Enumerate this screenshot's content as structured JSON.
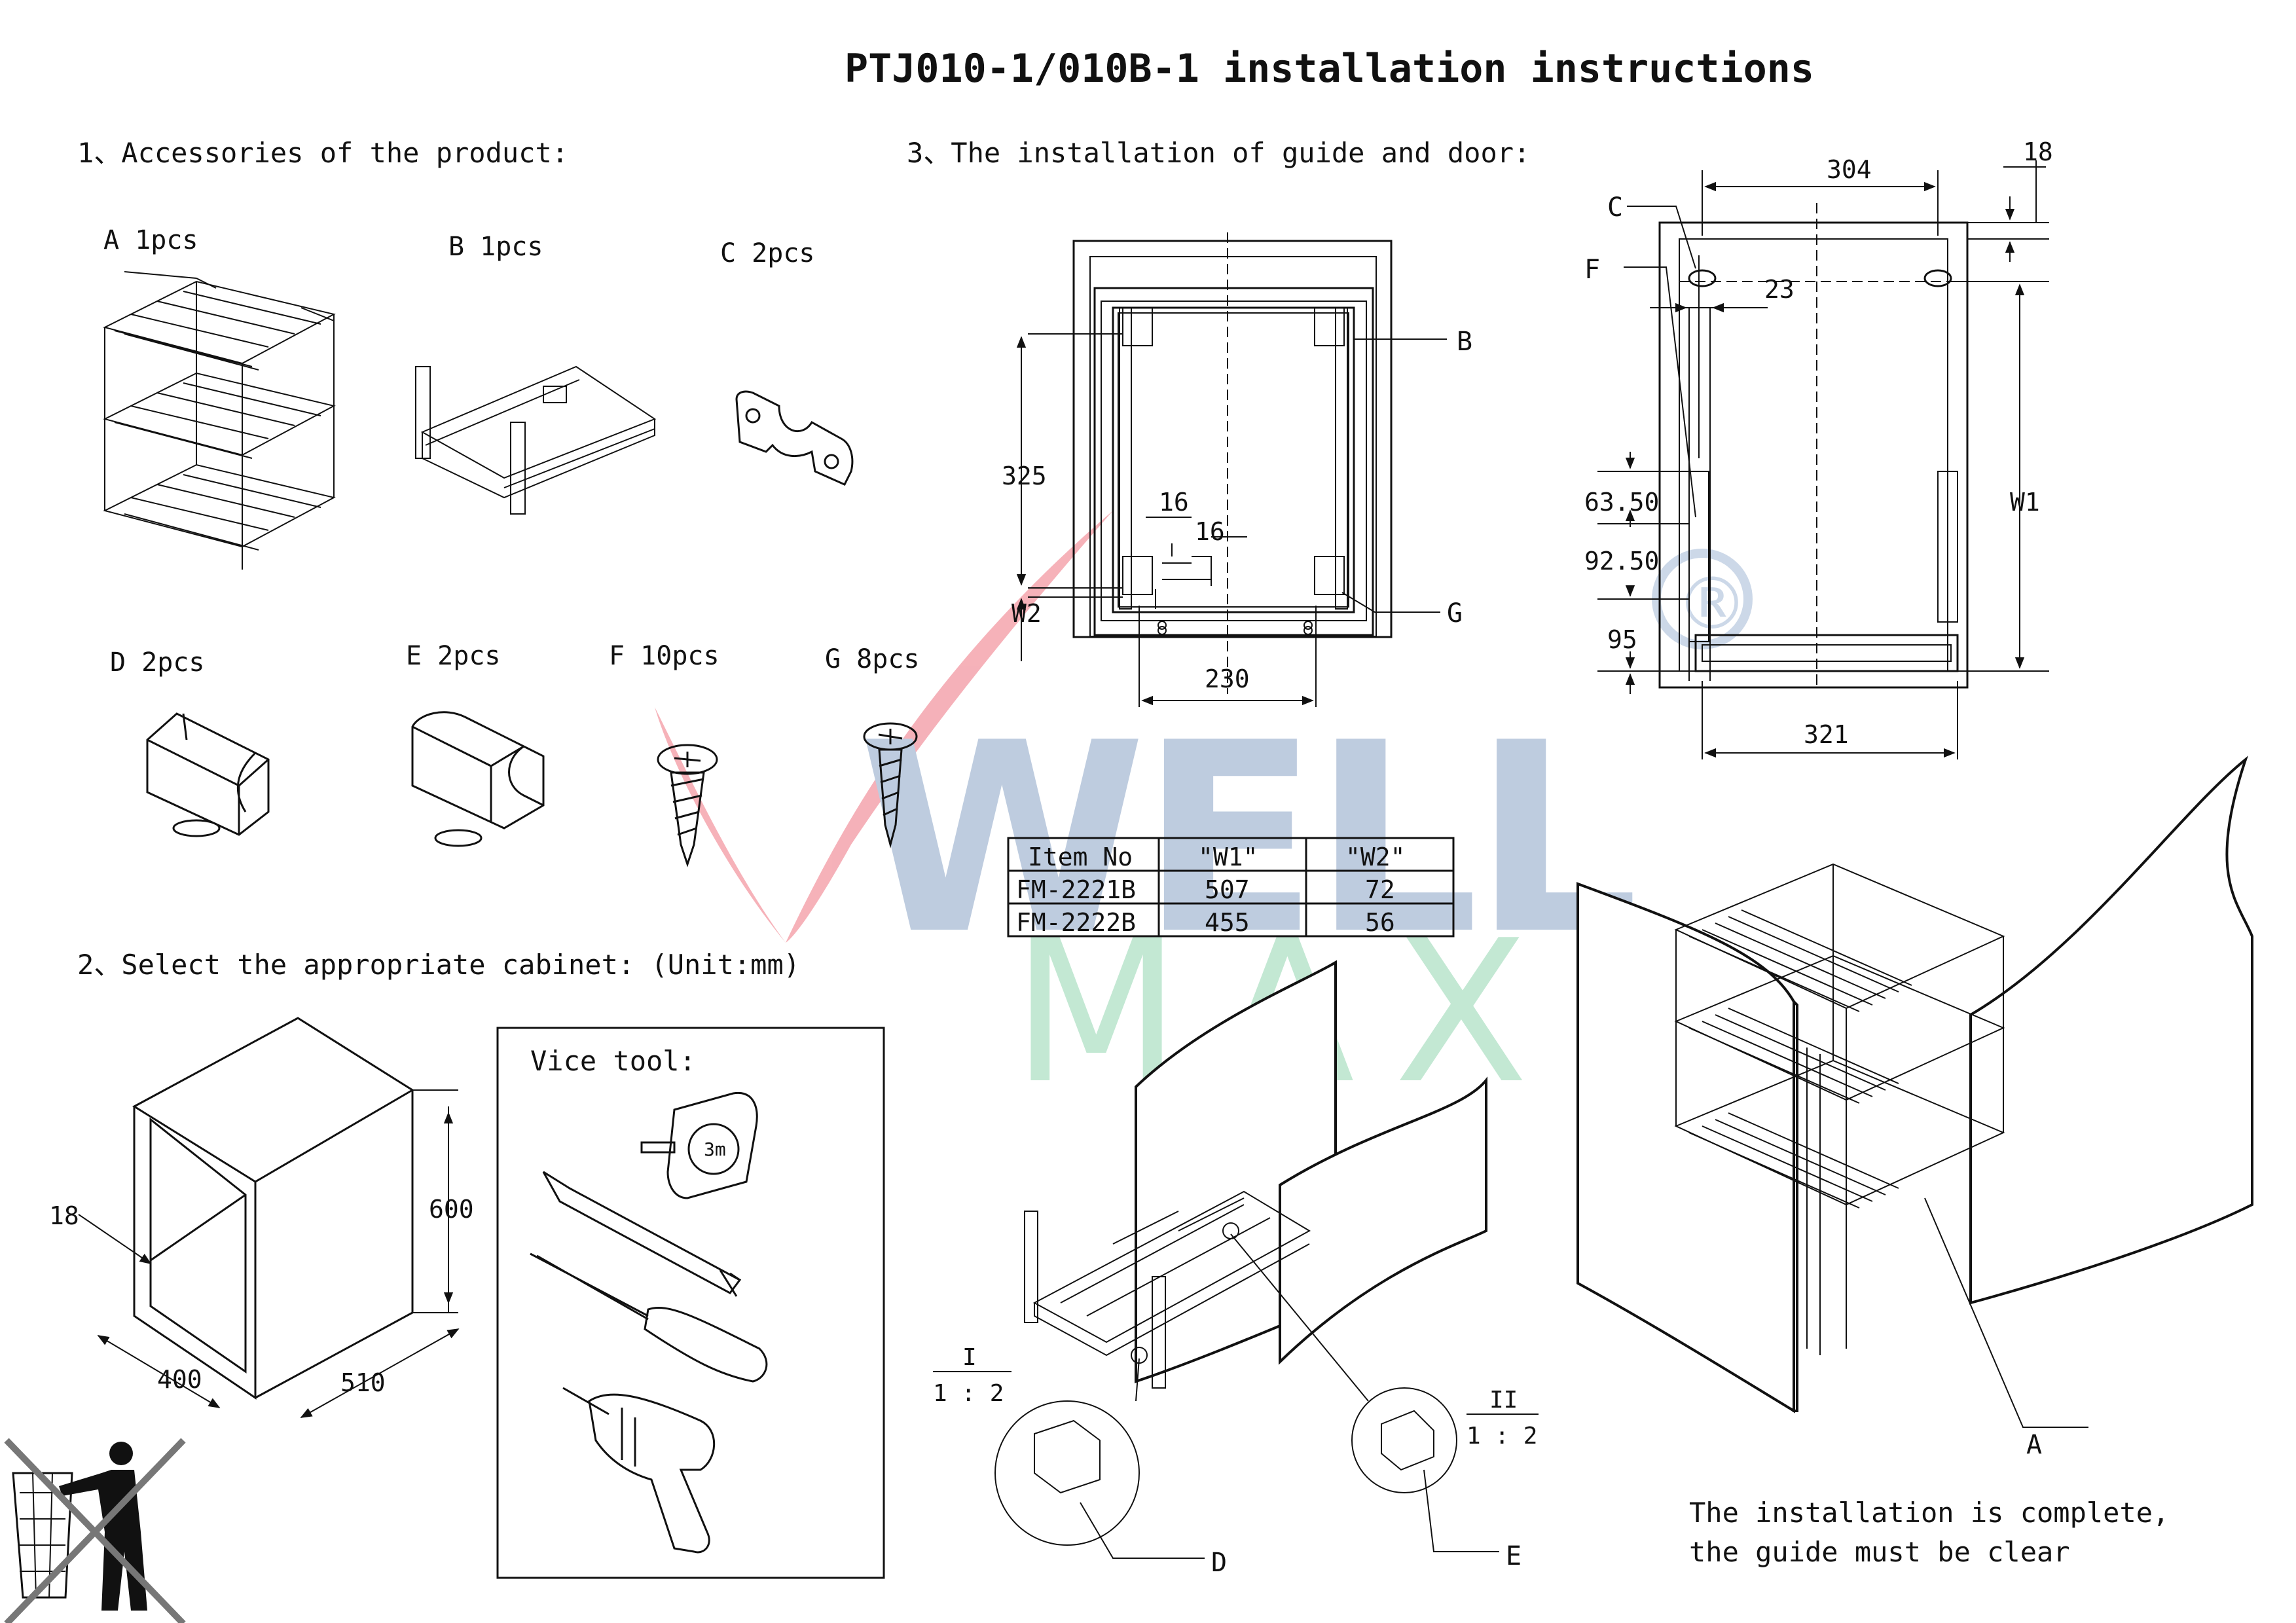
{
  "title": "PTJ010-1/010B-1 installation instructions",
  "sections": {
    "accessories": "1、Accessories of the product:",
    "cabinet": "2、Select the appropriate cabinet: (Unit:mm)",
    "guide": "3、The installation of guide and door:"
  },
  "parts": [
    {
      "letter": "A",
      "label": "A 1pcs"
    },
    {
      "letter": "B",
      "label": "B 1pcs"
    },
    {
      "letter": "C",
      "label": "C 2pcs"
    },
    {
      "letter": "D",
      "label": "D 2pcs"
    },
    {
      "letter": "E",
      "label": "E 2pcs"
    },
    {
      "letter": "F",
      "label": "F 10pcs"
    },
    {
      "letter": "G",
      "label": "G 8pcs"
    }
  ],
  "cabinet_dims": {
    "thickness": "18",
    "height": "600",
    "width": "400",
    "depth": "510"
  },
  "tools": {
    "title": "Vice tool:",
    "items": [
      "tape-measure",
      "pencil",
      "screwdriver",
      "electric-drill"
    ],
    "tape_brand": "3m"
  },
  "front_view": {
    "dims": {
      "height": "325",
      "gap_a": "16",
      "gap_b": "16",
      "w2": "W2",
      "width": "230"
    },
    "callouts": {
      "b": "B",
      "g": "G"
    }
  },
  "side_view": {
    "dims": {
      "top": "304",
      "edge": "18",
      "offset": "23",
      "h1": "63.50",
      "h2": "92.50",
      "h3": "95",
      "w1": "W1",
      "bottom": "321"
    },
    "callouts": {
      "c": "C",
      "f": "F"
    }
  },
  "table": {
    "headers": [
      "Item No",
      "\"W1\"",
      "\"W2\""
    ],
    "rows": [
      [
        "FM-2221B",
        "507",
        "72"
      ],
      [
        "FM-2222B",
        "455",
        "56"
      ]
    ]
  },
  "details": {
    "left": {
      "roman": "I",
      "scale": "1 : 2",
      "callout": "D"
    },
    "right": {
      "roman": "II",
      "scale": "1 : 2",
      "callout": "E"
    }
  },
  "assembled_callout": "A",
  "note": [
    "The installation is complete,",
    "the guide must be clear"
  ],
  "watermark": {
    "line1": "WELL",
    "line2": "MAX",
    "registered": "®",
    "colors": {
      "check": "#f4a4ad",
      "well": "#b3c4da",
      "max": "#b9e5cc",
      "reg": "#c4d2e4"
    }
  },
  "disposal_icon": "no-trash-icon"
}
